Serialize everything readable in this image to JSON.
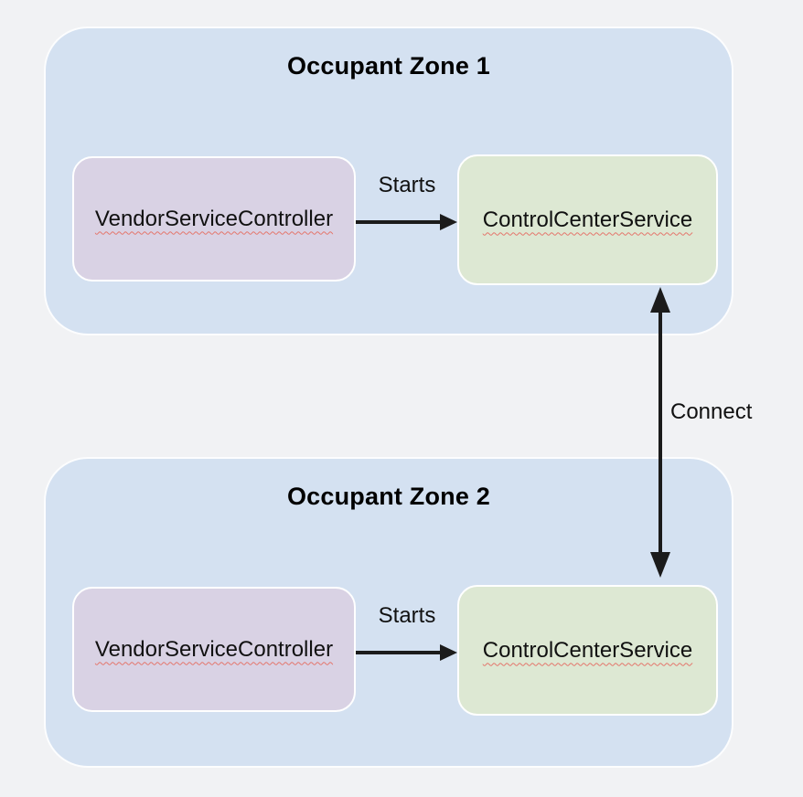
{
  "diagram": {
    "zones": [
      {
        "title": "Occupant Zone 1",
        "vendor_box_label": "VendorServiceController",
        "control_box_label": "ControlCenterService",
        "start_arrow_label": "Starts"
      },
      {
        "title": "Occupant Zone 2",
        "vendor_box_label": "VendorServiceController",
        "control_box_label": "ControlCenterService",
        "start_arrow_label": "Starts"
      }
    ],
    "connector": {
      "label": "Connect"
    }
  },
  "colors": {
    "page_bg": "#f1f2f4",
    "zone_bg": "#d4e1f1",
    "vendor_box_bg": "#d9d2e4",
    "control_box_bg": "#dde8d3",
    "box_border": "#ffffff",
    "arrow": "#1b1b1b",
    "text": "#111111",
    "squiggle": "#e4756b"
  }
}
